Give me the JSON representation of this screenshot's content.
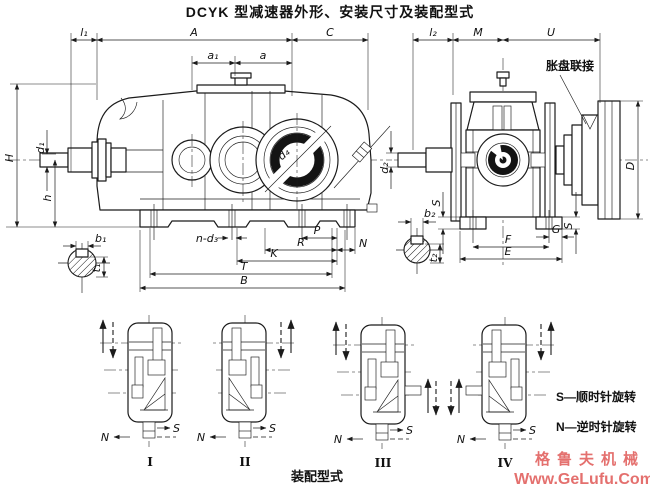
{
  "title": "DCYK 型减速器外形、安装尺寸及装配型式",
  "drawing": {
    "callout_shrink_disc": "胀盘联接",
    "dims": {
      "l1": "l₁",
      "A": "A",
      "C": "C",
      "a1": "a₁",
      "a": "a",
      "l2": "l₂",
      "M": "M",
      "U": "U",
      "H": "H",
      "h": "h",
      "d1": "d₁",
      "b1": "b₁",
      "t1": "t₁",
      "n_d3": "n-d₃",
      "P": "P",
      "R": "R",
      "N": "N",
      "K": "K",
      "T": "T",
      "B": "B",
      "d4": "d₄",
      "d2": "d₂",
      "D": "D",
      "S_left": "S",
      "S_right": "S",
      "G": "G",
      "F": "F",
      "E": "E",
      "b2": "b₂",
      "t2": "t₂"
    }
  },
  "assembly": {
    "caption": "装配型式",
    "variants": [
      {
        "numeral": "I",
        "s_label": "S",
        "n_label": "N"
      },
      {
        "numeral": "II",
        "s_label": "S",
        "n_label": "N"
      },
      {
        "numeral": "III",
        "s_label": "S",
        "n_label": "N"
      },
      {
        "numeral": "IV",
        "s_label": "S",
        "n_label": "N"
      }
    ],
    "legend": [
      {
        "label": "S—顺时针旋转"
      },
      {
        "label": "N—逆时针旋转"
      }
    ]
  },
  "watermark": {
    "line1": "格鲁夫机械",
    "line2": "Www.GeLufu.Com"
  }
}
